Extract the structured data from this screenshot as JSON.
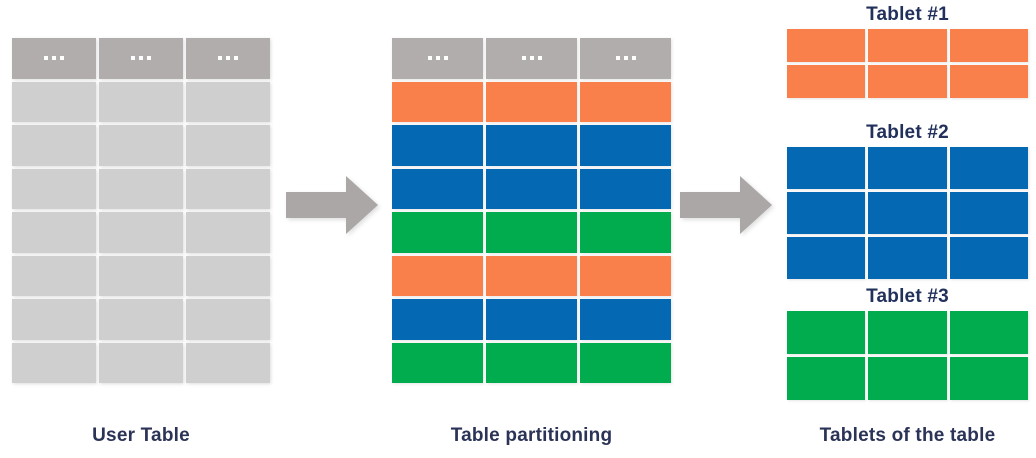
{
  "colors": {
    "header_grey": "#b0adac",
    "body_grey": "#d0cfd0",
    "orange": "#f97f4b",
    "blue": "#0568b3",
    "green": "#00ac4e",
    "arrow_grey": "#aaa7a6",
    "caption_navy": "#2b3357",
    "background": "#ffffff"
  },
  "diagram": {
    "user_table": {
      "caption": "User Table",
      "columns": 3,
      "header_cell_text": "...",
      "header_icon": "ellipsis-icon",
      "rows": [
        {
          "kind": "header",
          "color": "#b0adac"
        },
        {
          "kind": "data",
          "color": "#d0cfd0"
        },
        {
          "kind": "data",
          "color": "#d0cfd0"
        },
        {
          "kind": "data",
          "color": "#d0cfd0"
        },
        {
          "kind": "data",
          "color": "#d0cfd0"
        },
        {
          "kind": "data",
          "color": "#d0cfd0"
        },
        {
          "kind": "data",
          "color": "#d0cfd0"
        },
        {
          "kind": "data",
          "color": "#d0cfd0"
        }
      ]
    },
    "partition_table": {
      "caption": "Table partitioning",
      "columns": 3,
      "header_cell_text": "...",
      "header_icon": "ellipsis-icon",
      "rows": [
        {
          "kind": "header",
          "color": "#b0adac",
          "partition": ""
        },
        {
          "kind": "partition",
          "color": "#f97f4b",
          "partition": "Tablet #1"
        },
        {
          "kind": "partition",
          "color": "#0568b3",
          "partition": "Tablet #2"
        },
        {
          "kind": "partition",
          "color": "#0568b3",
          "partition": "Tablet #2"
        },
        {
          "kind": "partition",
          "color": "#00ac4e",
          "partition": "Tablet #3"
        },
        {
          "kind": "partition",
          "color": "#f97f4b",
          "partition": "Tablet #1"
        },
        {
          "kind": "partition",
          "color": "#0568b3",
          "partition": "Tablet #2"
        },
        {
          "kind": "partition",
          "color": "#00ac4e",
          "partition": "Tablet #3"
        }
      ]
    },
    "tablets": {
      "caption": "Tablets of the table",
      "items": [
        {
          "label": "Tablet #1",
          "color": "#f97f4b",
          "rows": 2,
          "columns": 3
        },
        {
          "label": "Tablet #2",
          "color": "#0568b3",
          "rows": 3,
          "columns": 3
        },
        {
          "label": "Tablet #3",
          "color": "#00ac4e",
          "rows": 2,
          "columns": 3
        }
      ]
    },
    "arrows": [
      {
        "name": "arrow-user-to-partition",
        "direction": "right",
        "color": "#aaa7a6"
      },
      {
        "name": "arrow-partition-to-tablets",
        "direction": "right",
        "color": "#aaa7a6"
      }
    ]
  }
}
